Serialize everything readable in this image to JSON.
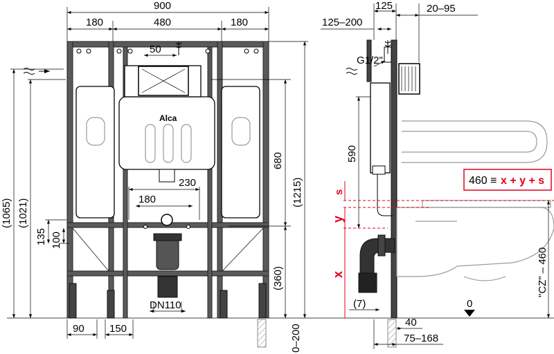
{
  "front": {
    "overall_width": "900",
    "left_section": "180",
    "middle_section": "480",
    "right_section": "180",
    "inlet_offset": "50",
    "height_total_1065": "(1065)",
    "height_1021": "(1021)",
    "height_1215": "(1215)",
    "height_680": "680",
    "height_360": "(360)",
    "dim_135": "135",
    "dim_100": "100",
    "dim_230": "230",
    "dim_180_bolt": "180",
    "dn_label": "DN110",
    "foot_90": "90",
    "foot_150": "150",
    "foot_adjust": "0–200",
    "brand": "Alca"
  },
  "side": {
    "top_125": "125",
    "top_20_95": "20–95",
    "top_125_200": "125–200",
    "thread_label": "G1/2\"",
    "height_590": "590",
    "formula_box": "460 ≡",
    "formula_red": "x + y + s",
    "label_s": "s",
    "label_y": "y",
    "label_x": "x",
    "dim_7": "(7)",
    "dim_40": "40",
    "dim_75_168": "75–168",
    "cz_label": "\"CZ\" – 460",
    "floor_zero": "0"
  }
}
